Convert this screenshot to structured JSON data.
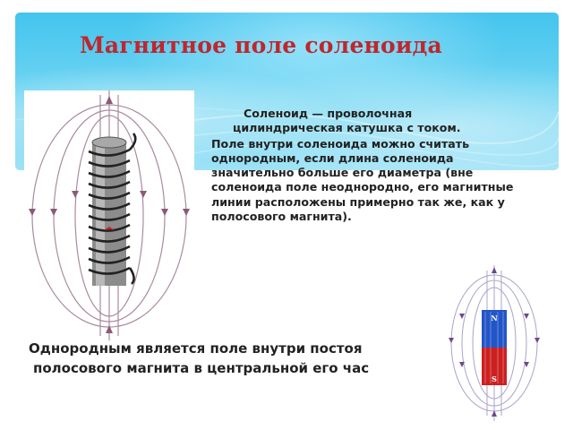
{
  "slide": {
    "title": "Магнитное поле соленоида",
    "definition": {
      "line1": "Соленоид — проволочная",
      "line2": "цилиндрическая катушка с током.",
      "body": "Поле внутри соленоида можно считать однородным, если длина соленоида значительно больше его диаметра (вне соленоида поле неоднородно, его магнитные линии расположены примерно так же, как у полосового магнита)."
    },
    "conclusion": {
      "line1": "Однородным является  поле внутри постоя",
      "line2": "полосового магнита в центральной его час"
    },
    "magnet": {
      "north_label": "N",
      "south_label": "S",
      "north_color": "#2255c8",
      "south_color": "#cc2020"
    },
    "accent_colors": {
      "title": "#c0262c",
      "banner": "#44c4ee"
    }
  }
}
